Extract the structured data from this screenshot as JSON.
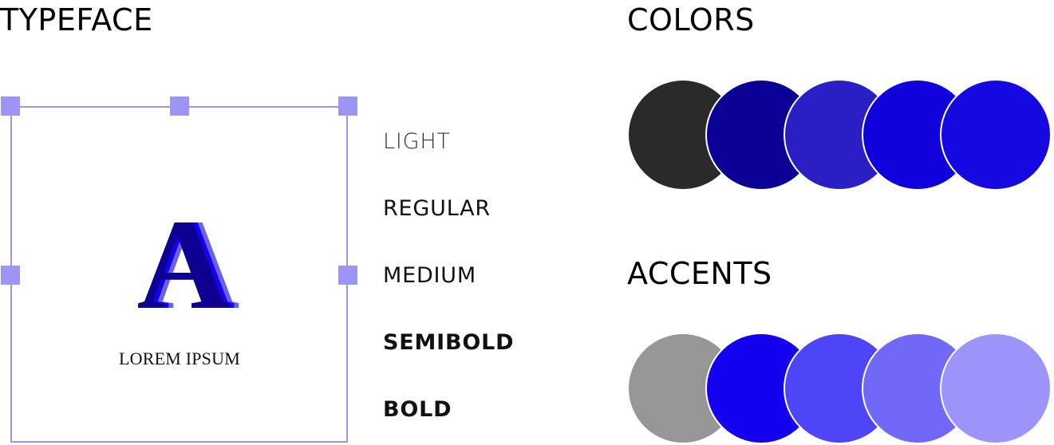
{
  "typeface": {
    "heading": "TYPEFACE",
    "specimen_letter": "A",
    "specimen_text": "LOREM IPSUM",
    "weights": [
      "LIGHT",
      "REGULAR",
      "MEDIUM",
      "SEMIBOLD",
      "BOLD"
    ],
    "selection_color": "#9d95f5",
    "letter_colors": {
      "front": "#0d0090",
      "middle": "#1500e8",
      "back": "#6a5ff5"
    }
  },
  "colors": {
    "heading": "COLORS",
    "swatches": [
      "#2a2a2a",
      "#0b0095",
      "#2a1fc4",
      "#1000dc",
      "#1608e0"
    ]
  },
  "accents": {
    "heading": "ACCENTS",
    "swatches": [
      "#969696",
      "#1400ee",
      "#4f45f8",
      "#7268f8",
      "#9c94fb"
    ]
  }
}
